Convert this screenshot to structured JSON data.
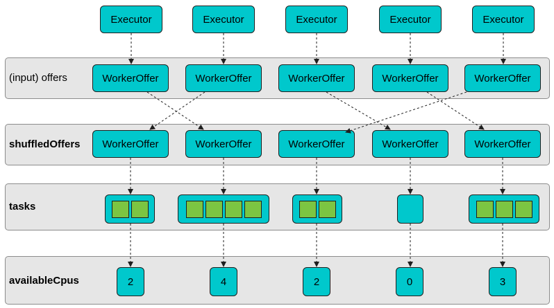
{
  "colors": {
    "node_fill": "#00c8cc",
    "band_fill": "#e6e6e6",
    "task_cell": "#7cc542",
    "border": "#1f1f1f"
  },
  "executors": [
    "Executor",
    "Executor",
    "Executor",
    "Executor",
    "Executor"
  ],
  "rows": {
    "offers": {
      "label": "(input) offers",
      "items": [
        "WorkerOffer",
        "WorkerOffer",
        "WorkerOffer",
        "WorkerOffer",
        "WorkerOffer"
      ]
    },
    "shuffled": {
      "label": "shuffledOffers",
      "items": [
        "WorkerOffer",
        "WorkerOffer",
        "WorkerOffer",
        "WorkerOffer",
        "WorkerOffer"
      ]
    },
    "tasks": {
      "label": "tasks",
      "counts": [
        2,
        4,
        2,
        0,
        3
      ]
    },
    "cpus": {
      "label": "availableCpus",
      "values": [
        "2",
        "4",
        "2",
        "0",
        "3"
      ]
    }
  },
  "shuffle_mapping": [
    {
      "from": 1,
      "to": 2
    },
    {
      "from": 2,
      "to": 1
    },
    {
      "from": 3,
      "to": 4
    },
    {
      "from": 4,
      "to": 5
    },
    {
      "from": 5,
      "to": 3
    }
  ]
}
